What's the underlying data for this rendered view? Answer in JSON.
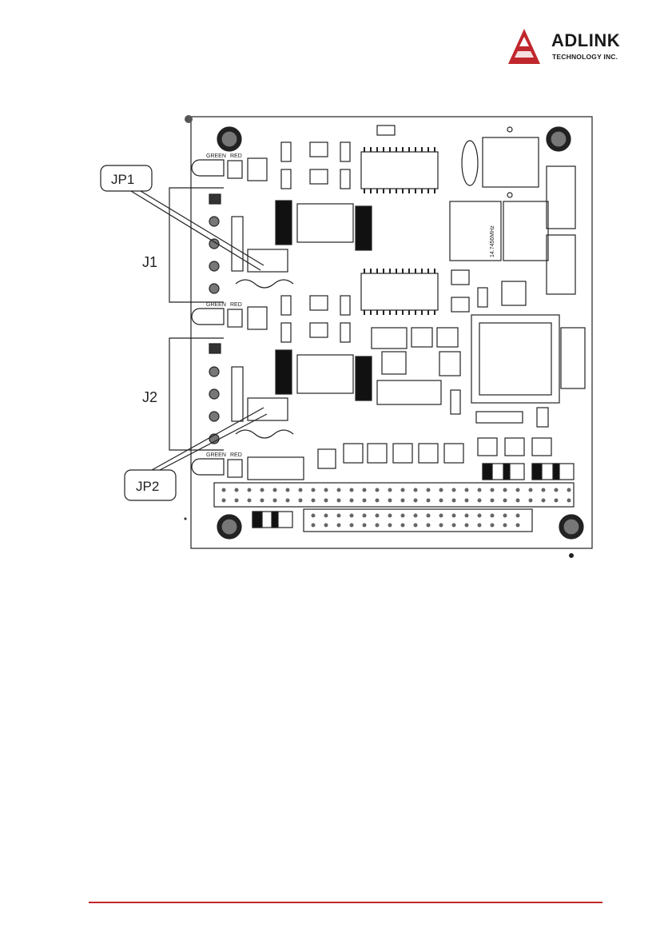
{
  "header": {
    "brand": "ADLINK",
    "brand_sub": "TECHNOLOGY INC.",
    "brand_color": "#c0272d"
  },
  "figure": {
    "callouts": [
      "JP1",
      "JP2"
    ],
    "connectors": [
      "J1",
      "J2"
    ],
    "led_labels": [
      "GREEN",
      "RED"
    ],
    "crystal_label": "14.7456MHz"
  },
  "footer": {
    "rule_color": "#c0272d"
  }
}
